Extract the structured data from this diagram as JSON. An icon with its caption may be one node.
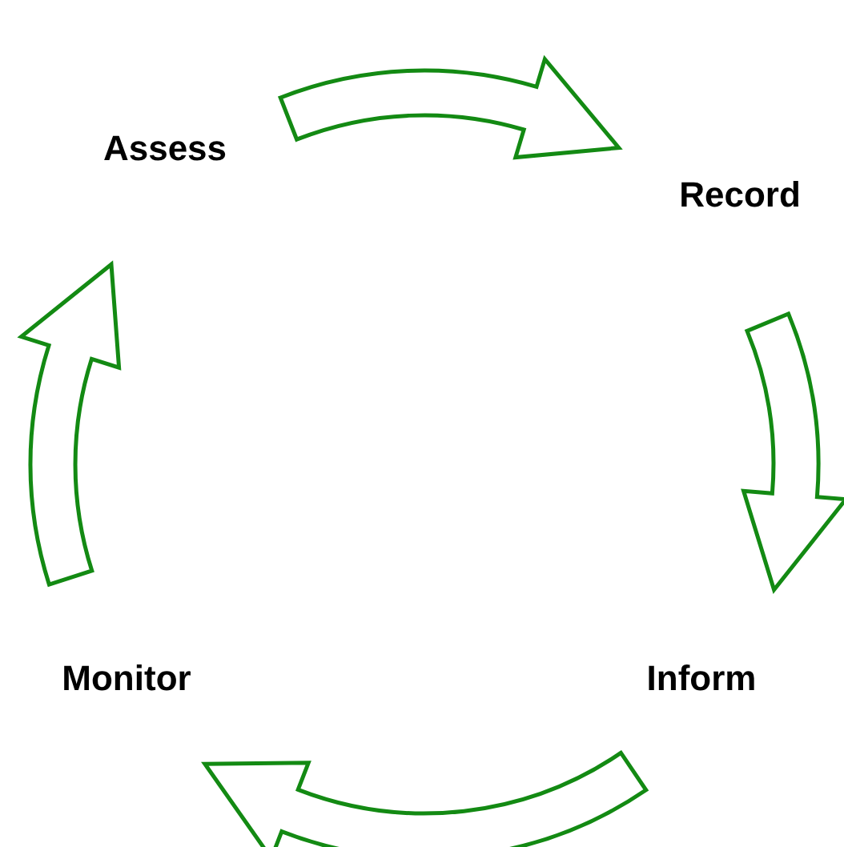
{
  "diagram": {
    "nodes": [
      {
        "text": [
          "Assess"
        ]
      },
      {
        "text": [
          "Record"
        ]
      },
      {
        "text": [
          "Inform"
        ]
      },
      {
        "text": [
          "Monitor"
        ]
      }
    ],
    "edges": [
      {
        "from": 0,
        "to": 1,
        "arrow": "to"
      },
      {
        "from": 1,
        "to": 2,
        "arrow": "to"
      },
      {
        "from": 2,
        "to": 3,
        "arrow": "to"
      },
      {
        "from": 3,
        "to": 0,
        "arrow": "to"
      }
    ]
  }
}
